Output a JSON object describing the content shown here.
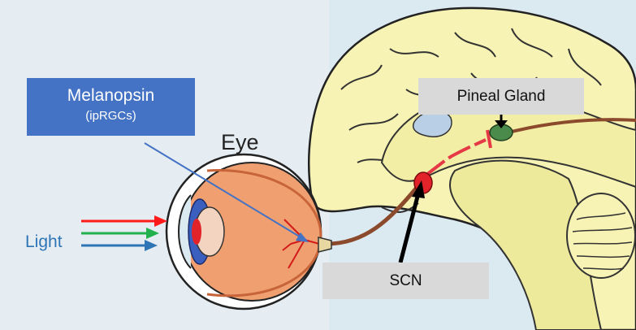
{
  "labels": {
    "melanopsin_title": "Melanopsin",
    "melanopsin_sub": "(ipRGCs)",
    "eye": "Eye",
    "pineal_gland": "Pineal Gland",
    "scn": "SCN",
    "light": "Light"
  },
  "colors": {
    "brain_fill": "#f7f3b4",
    "brain_bg": "#dbe9f1",
    "left_bg": "#e6edf2",
    "melanopsin_box": "#4472c4",
    "label_box": "#d9d9d9",
    "eyeball": "#f0a070",
    "nerve": "#8b4a2b",
    "inhibit_path": "#e63946",
    "scn_nucleus": "#e2232a",
    "pineal": "#4a8a4a",
    "ray_red": "#ff1a1a",
    "ray_green": "#22b14c",
    "ray_blue": "#2e75b6",
    "pointer": "#4472c4"
  }
}
